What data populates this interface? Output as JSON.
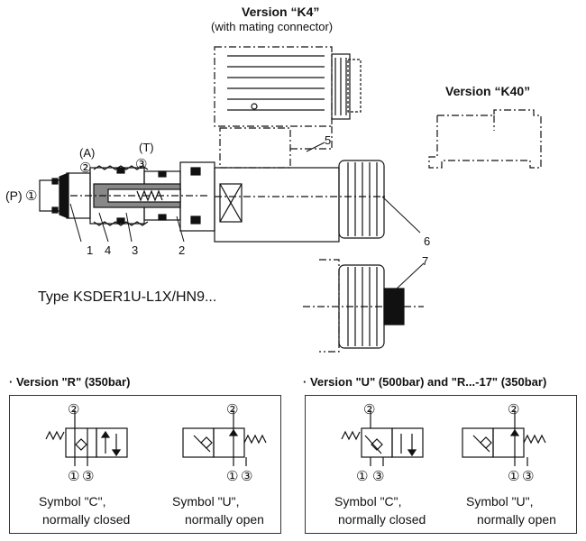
{
  "header": {
    "version_k4": "Version “K4”",
    "version_k4_sub": "(with mating connector)",
    "version_k40": "Version “K40”",
    "type_label": "Type KSDER1U-L1X/HN9..."
  },
  "ports": {
    "p_label": "(P)",
    "a_label": "(A)",
    "t_label": "(T)",
    "circ1": "①",
    "circ2": "②",
    "circ3": "③"
  },
  "callouts": [
    "1",
    "4",
    "3",
    "2",
    "5",
    "6",
    "7"
  ],
  "sections": {
    "left_title": "· Version \"R\" (350bar)",
    "right_title": "· Version \"U\" (500bar) and \"R...-17\" (350bar)"
  },
  "symbols": {
    "c_name": "Symbol \"C\",",
    "c_desc": "normally closed",
    "u_name": "Symbol \"U\",",
    "u_desc": "normally open"
  }
}
